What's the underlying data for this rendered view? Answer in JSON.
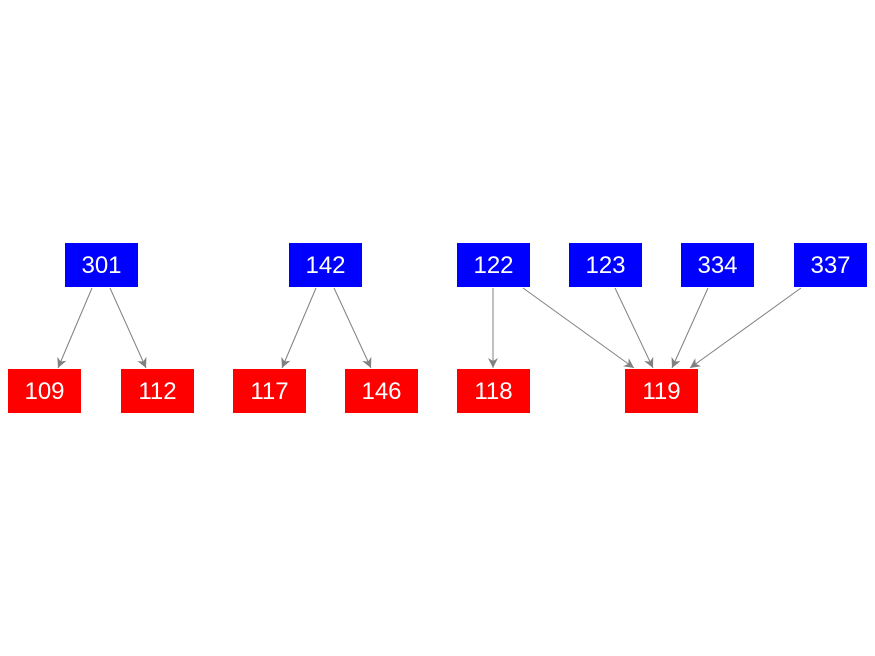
{
  "colors": {
    "source": "#0000ff",
    "target": "#ff0000",
    "edge": "#808080",
    "label": "#ffffff"
  },
  "nodes": [
    {
      "id": "301",
      "label": "301",
      "type": "source"
    },
    {
      "id": "142",
      "label": "142",
      "type": "source"
    },
    {
      "id": "122",
      "label": "122",
      "type": "source"
    },
    {
      "id": "123",
      "label": "123",
      "type": "source"
    },
    {
      "id": "334",
      "label": "334",
      "type": "source"
    },
    {
      "id": "337",
      "label": "337",
      "type": "source"
    },
    {
      "id": "109",
      "label": "109",
      "type": "target"
    },
    {
      "id": "112",
      "label": "112",
      "type": "target"
    },
    {
      "id": "117",
      "label": "117",
      "type": "target"
    },
    {
      "id": "146",
      "label": "146",
      "type": "target"
    },
    {
      "id": "118",
      "label": "118",
      "type": "target"
    },
    {
      "id": "119",
      "label": "119",
      "type": "target"
    }
  ],
  "edges": [
    {
      "from": "301",
      "to": "109"
    },
    {
      "from": "301",
      "to": "112"
    },
    {
      "from": "142",
      "to": "117"
    },
    {
      "from": "142",
      "to": "146"
    },
    {
      "from": "122",
      "to": "118"
    },
    {
      "from": "122",
      "to": "119"
    },
    {
      "from": "123",
      "to": "119"
    },
    {
      "from": "334",
      "to": "119"
    },
    {
      "from": "337",
      "to": "119"
    }
  ]
}
